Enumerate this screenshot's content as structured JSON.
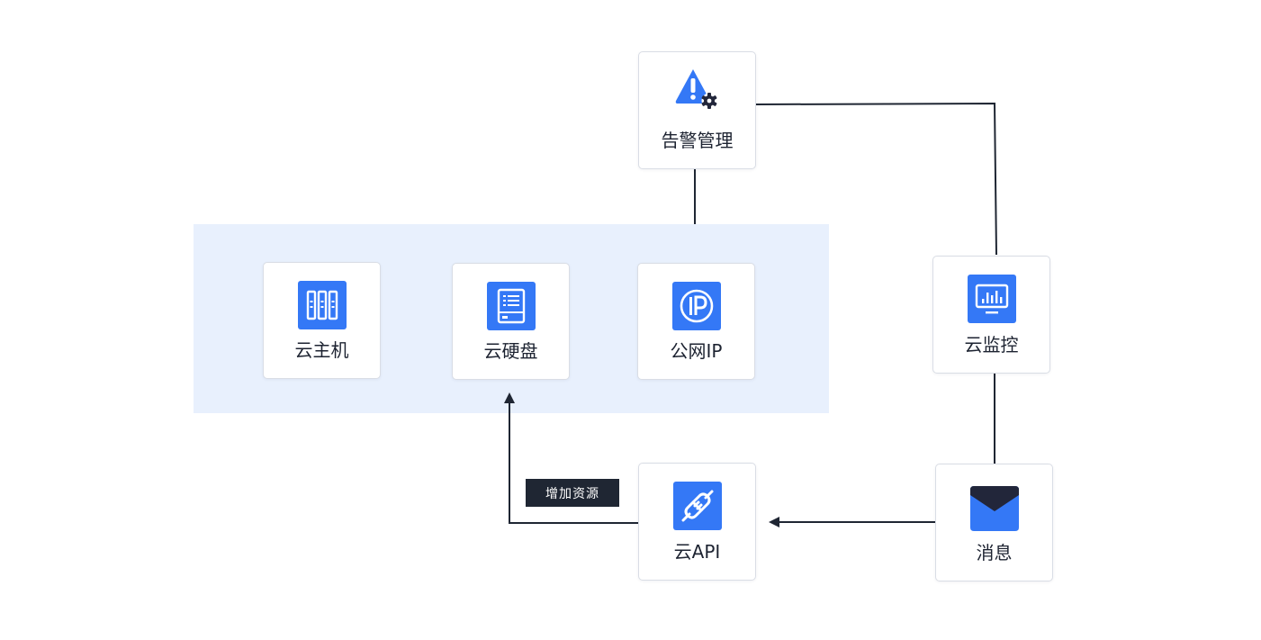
{
  "nodes": {
    "alarm": {
      "label": "告警管理",
      "icon": "alert-gear-icon"
    },
    "cvm": {
      "label": "云主机",
      "icon": "server-rack-icon"
    },
    "cbs": {
      "label": "云硬盘",
      "icon": "disk-icon"
    },
    "eip": {
      "label": "公网IP",
      "icon": "ip-icon"
    },
    "monitor": {
      "label": "云监控",
      "icon": "monitor-chart-icon"
    },
    "api": {
      "label": "云API",
      "icon": "plug-icon"
    },
    "message": {
      "label": "消息",
      "icon": "mail-icon"
    }
  },
  "edges": {
    "api_to_cbs": {
      "label": "增加资源"
    }
  },
  "colors": {
    "accent": "#3478f6",
    "group_background": "#e8f0fd",
    "line": "#1f2633",
    "icon_dark": "#22263a"
  }
}
